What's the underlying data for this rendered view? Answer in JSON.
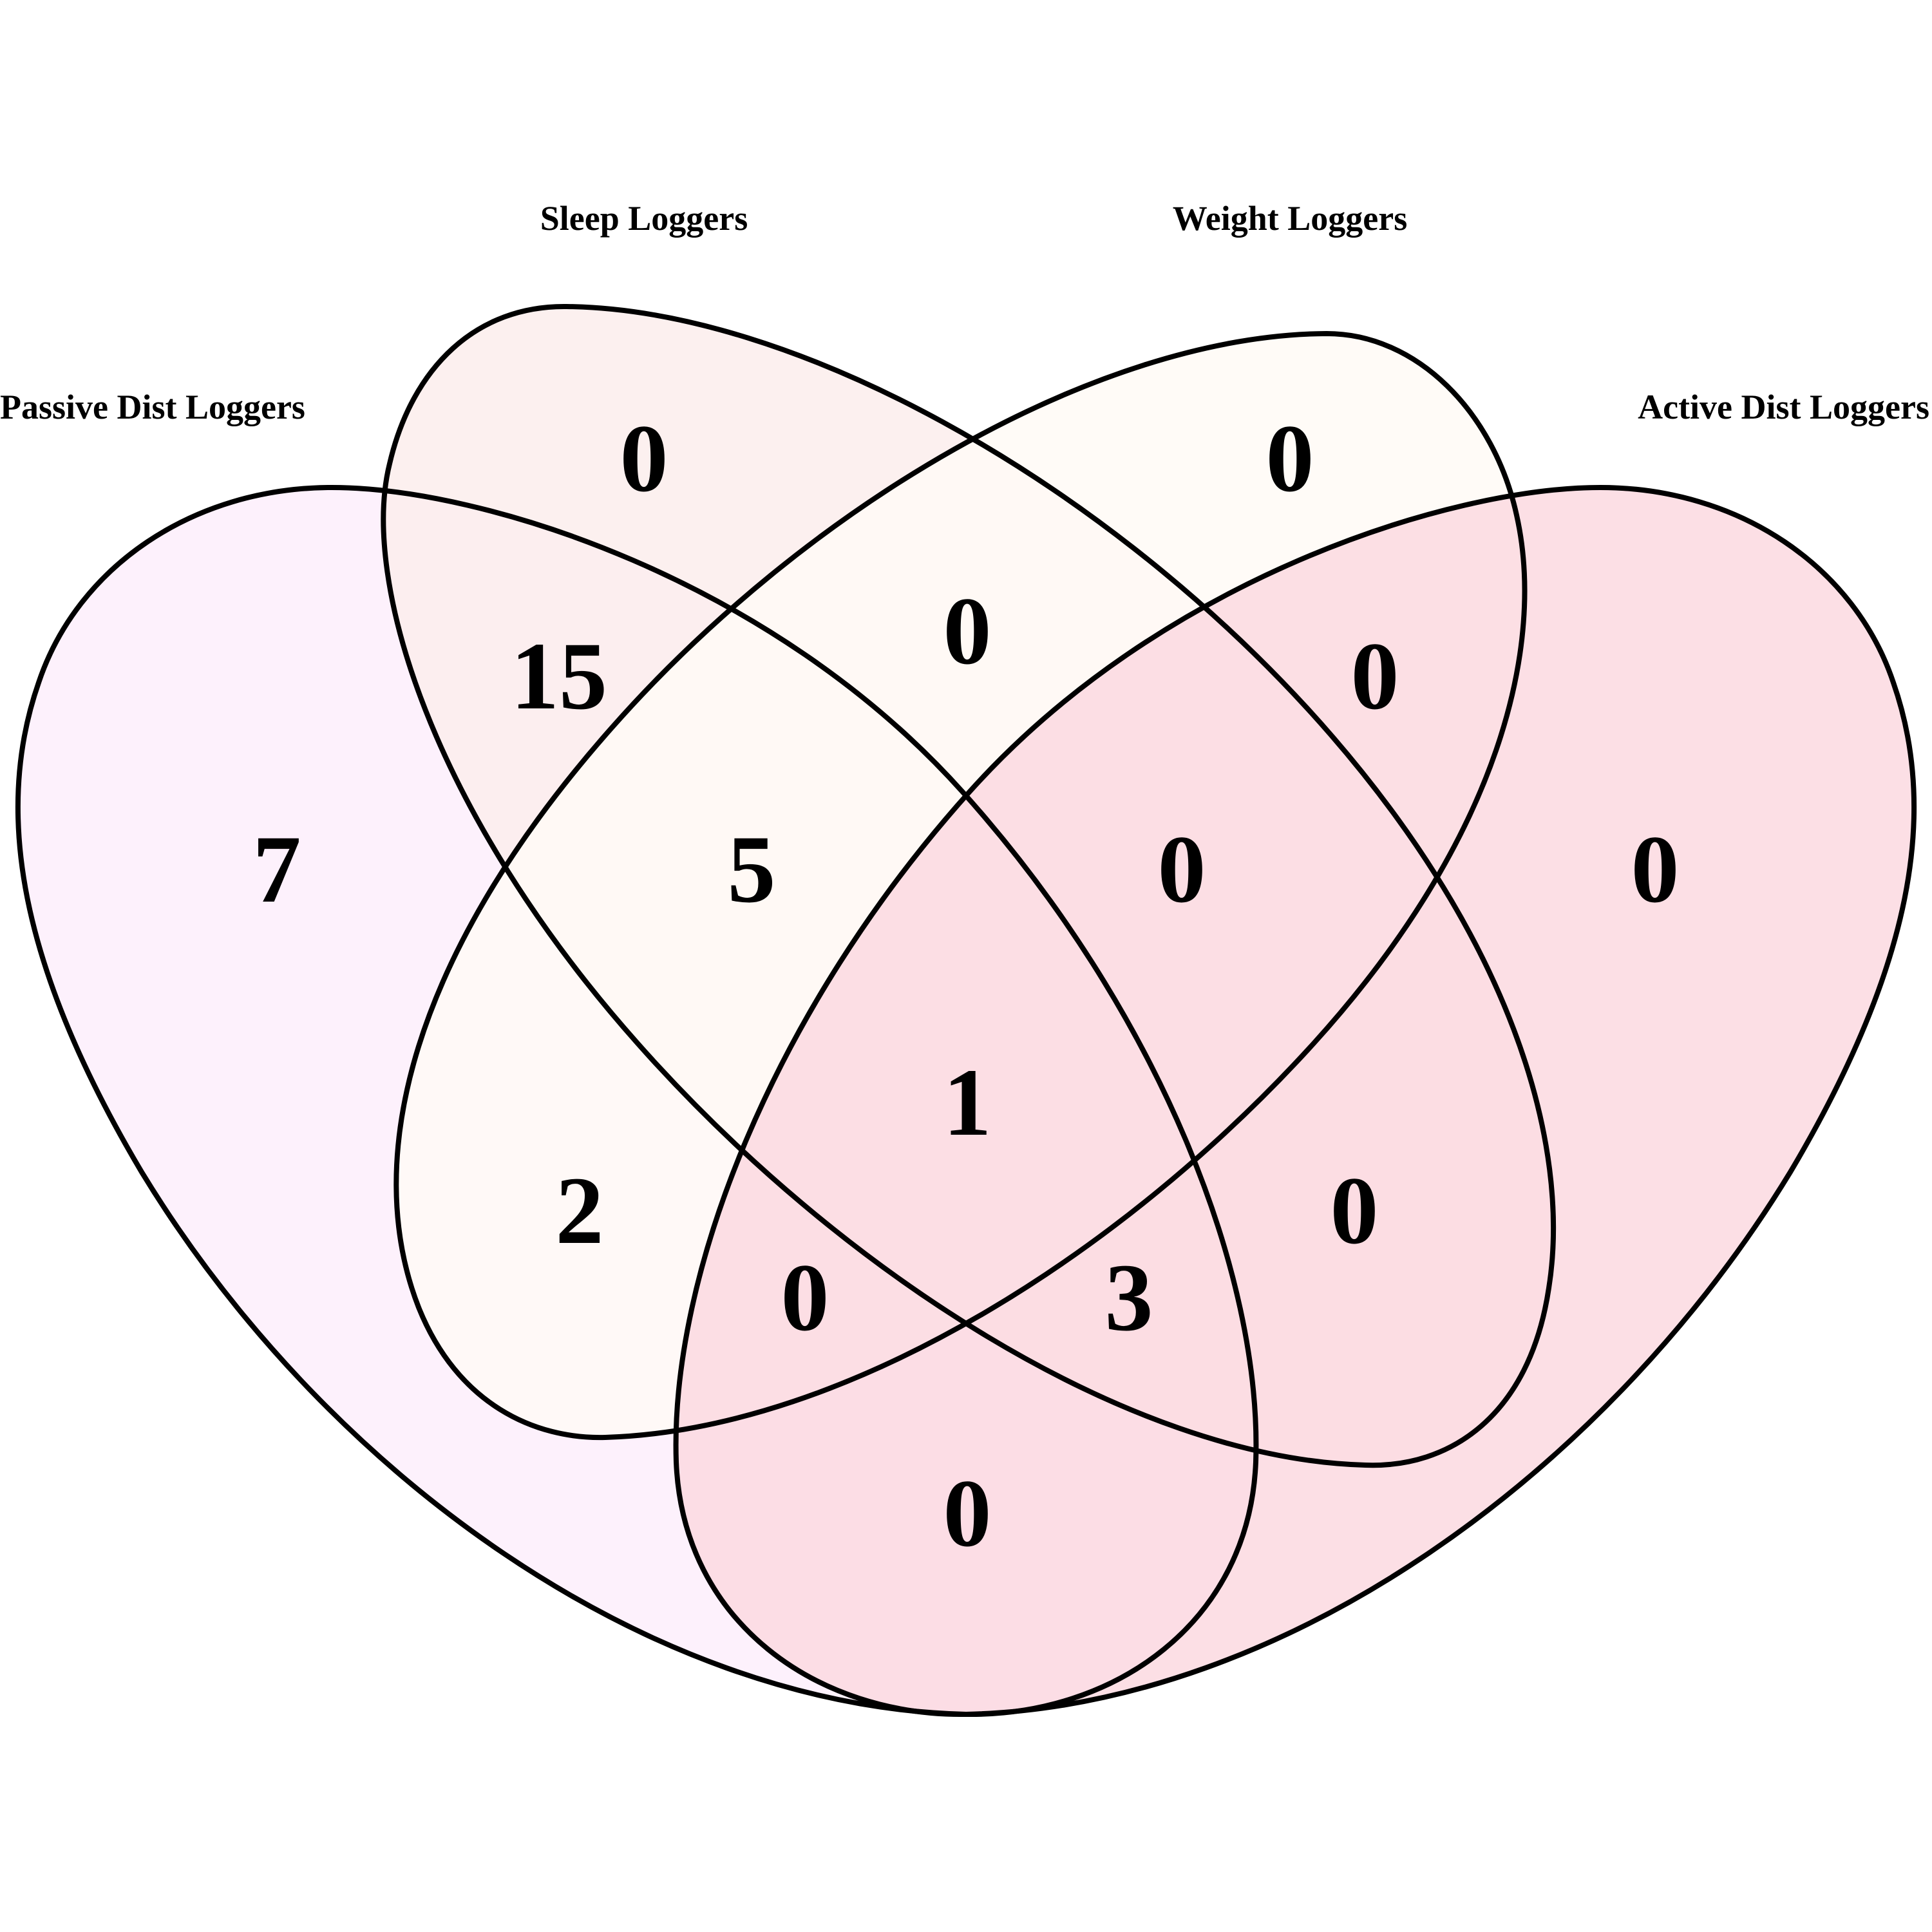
{
  "diagram": {
    "type": "venn-4",
    "sets": [
      {
        "id": "passive",
        "label": "Passive Dist Loggers",
        "color": "#FDEEFC"
      },
      {
        "id": "sleep",
        "label": "Sleep Loggers",
        "color": "#FCEDEC"
      },
      {
        "id": "weight",
        "label": "Weight Loggers",
        "color": "#FFFAF6"
      },
      {
        "id": "active",
        "label": "Active Dist Loggers",
        "color": "#FCD9E0"
      }
    ],
    "regions": [
      {
        "sets": [
          "sleep"
        ],
        "count": "0"
      },
      {
        "sets": [
          "weight"
        ],
        "count": "0"
      },
      {
        "sets": [
          "passive"
        ],
        "count": "7"
      },
      {
        "sets": [
          "active"
        ],
        "count": "0"
      },
      {
        "sets": [
          "passive",
          "sleep"
        ],
        "count": "15"
      },
      {
        "sets": [
          "sleep",
          "weight"
        ],
        "count": "0"
      },
      {
        "sets": [
          "weight",
          "active"
        ],
        "count": "0"
      },
      {
        "sets": [
          "passive",
          "sleep",
          "weight"
        ],
        "count": "5"
      },
      {
        "sets": [
          "sleep",
          "weight",
          "active"
        ],
        "count": "0"
      },
      {
        "sets": [
          "passive",
          "sleep",
          "weight",
          "active"
        ],
        "count": "1"
      },
      {
        "sets": [
          "passive",
          "weight"
        ],
        "count": "2"
      },
      {
        "sets": [
          "sleep",
          "active"
        ],
        "count": "0"
      },
      {
        "sets": [
          "passive",
          "weight",
          "active"
        ],
        "count": "0"
      },
      {
        "sets": [
          "passive",
          "sleep",
          "active"
        ],
        "count": "3"
      },
      {
        "sets": [
          "passive",
          "active"
        ],
        "count": "0"
      }
    ]
  }
}
